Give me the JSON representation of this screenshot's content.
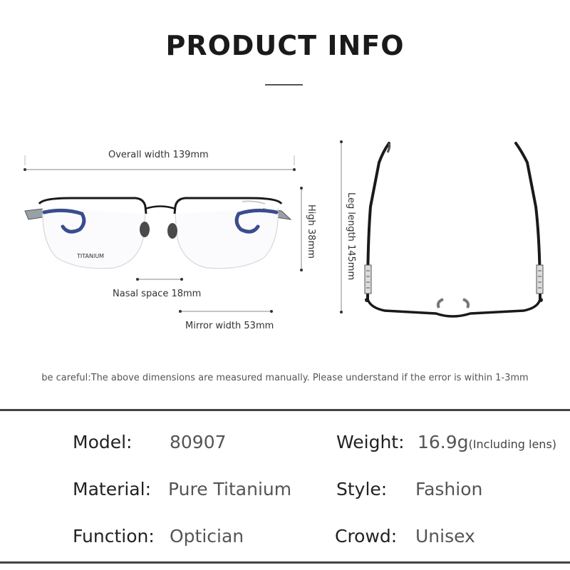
{
  "header": {
    "title": "PRODUCT INFO"
  },
  "dimensions": {
    "overall_width": "Overall width 139mm",
    "high": "High 38mm",
    "nasal_space": "Nasal space 18mm",
    "mirror_width": "Mirror width 53mm",
    "leg_length": "Leg length 145mm",
    "lens_mark": "TITANIUM"
  },
  "note": "be careful:The above dimensions are measured manually. Please understand if the error is within 1-3mm",
  "specs": {
    "model_label": "Model:",
    "model_value": "80907",
    "weight_label": "Weight:",
    "weight_value": "16.9g",
    "weight_note": "(Including lens)",
    "material_label": "Material:",
    "material_value": "Pure Titanium",
    "style_label": "Style:",
    "style_value": "Fashion",
    "function_label": "Function:",
    "function_value": "Optician",
    "crowd_label": "Crowd:",
    "crowd_value": "Unisex"
  }
}
